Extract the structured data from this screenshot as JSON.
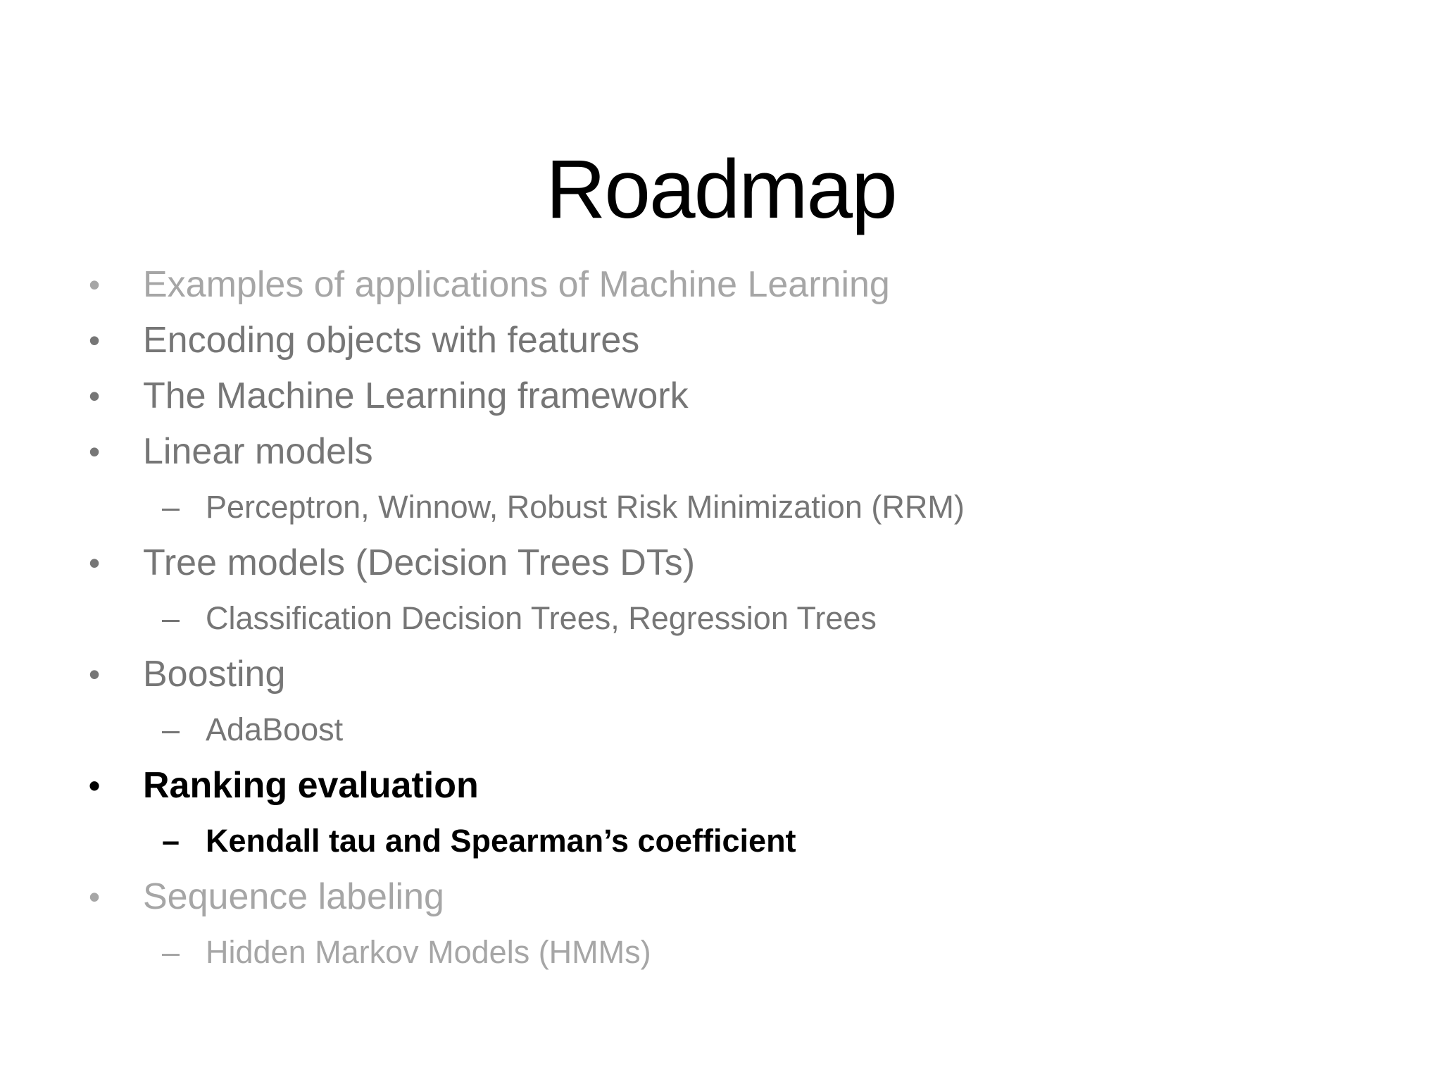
{
  "slide": {
    "title": "Roadmap",
    "bullets": {
      "level1": "•",
      "level2": "–"
    },
    "colors": {
      "dim": "#a6a6a6",
      "normal": "#767676",
      "current": "#000000",
      "title": "#000000",
      "background": "#ffffff"
    },
    "items": [
      {
        "level": 1,
        "style": "dim",
        "text": "Examples of applications of Machine Learning"
      },
      {
        "level": 1,
        "style": "normal",
        "text": "Encoding objects with features"
      },
      {
        "level": 1,
        "style": "normal",
        "text": "The Machine Learning framework"
      },
      {
        "level": 1,
        "style": "normal",
        "text": "Linear models"
      },
      {
        "level": 2,
        "style": "normal",
        "text": "Perceptron, Winnow, Robust Risk Minimization (RRM)"
      },
      {
        "level": 1,
        "style": "normal",
        "text": "Tree models (Decision Trees DTs)"
      },
      {
        "level": 2,
        "style": "normal",
        "text": "Classification Decision Trees, Regression Trees"
      },
      {
        "level": 1,
        "style": "normal",
        "text": "Boosting"
      },
      {
        "level": 2,
        "style": "normal",
        "text": "AdaBoost"
      },
      {
        "level": 1,
        "style": "current",
        "text": "Ranking evaluation"
      },
      {
        "level": 2,
        "style": "current",
        "text": "Kendall tau and Spearman’s coefficient"
      },
      {
        "level": 1,
        "style": "dim",
        "text": "Sequence labeling"
      },
      {
        "level": 2,
        "style": "dim",
        "text": "Hidden Markov Models (HMMs)"
      }
    ]
  }
}
